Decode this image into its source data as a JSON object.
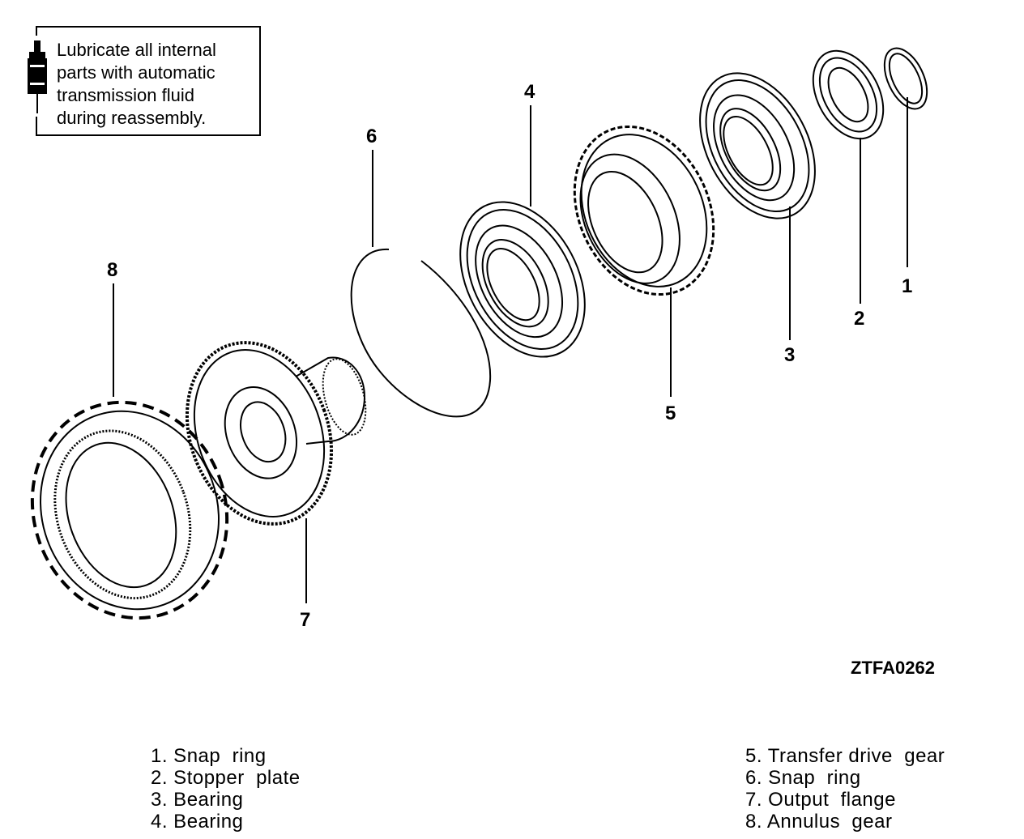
{
  "note": {
    "text": "Lubricate all internal\nparts with automatic\ntransmission fluid\nduring reassembly.",
    "icon": "oil-bottle-icon"
  },
  "callouts": {
    "n1": "1",
    "n2": "2",
    "n3": "3",
    "n4": "4",
    "n5": "5",
    "n6": "6",
    "n7": "7",
    "n8": "8"
  },
  "figure_code": "ZTFA0262",
  "legend": {
    "left": [
      "1. Snap  ring",
      "2. Stopper  plate",
      "3. Bearing",
      "4. Bearing"
    ],
    "right": [
      "5. Transfer drive  gear",
      "6. Snap  ring",
      "7. Output  flange",
      "8. Annulus  gear"
    ]
  }
}
